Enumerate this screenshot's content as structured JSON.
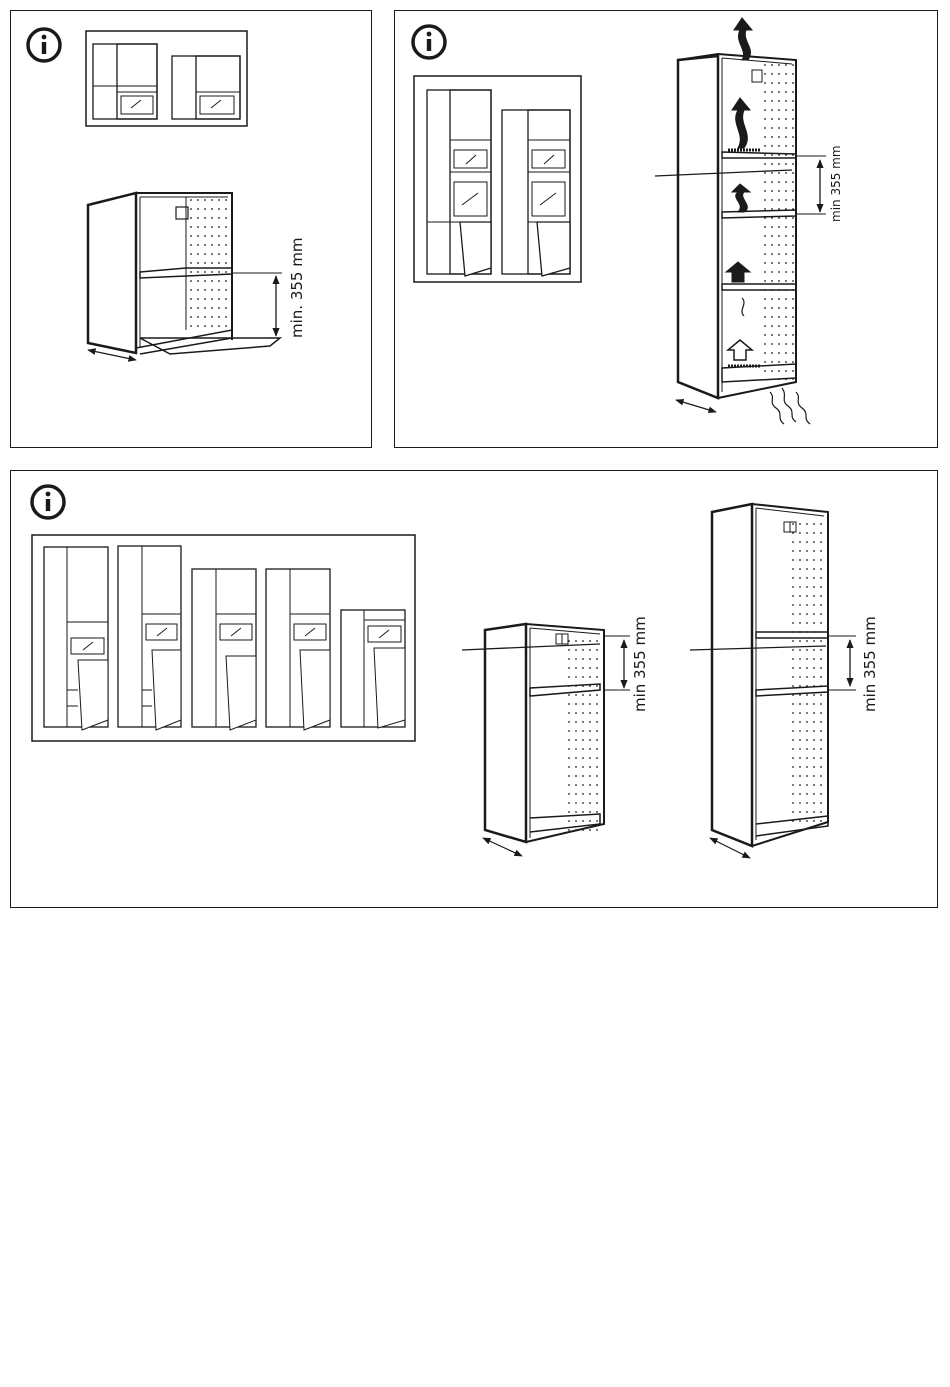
{
  "panels": [
    {
      "info_icon": "info-icon",
      "dimension_label": "min. 355 mm"
    },
    {
      "info_icon": "info-icon",
      "dimension_label": "min 355 mm"
    },
    {
      "info_icon": "info-icon",
      "dimension_labels": [
        "min 355 mm",
        "min 355 mm"
      ]
    }
  ],
  "colors": {
    "line": "#1a1a1a",
    "background": "#ffffff"
  }
}
